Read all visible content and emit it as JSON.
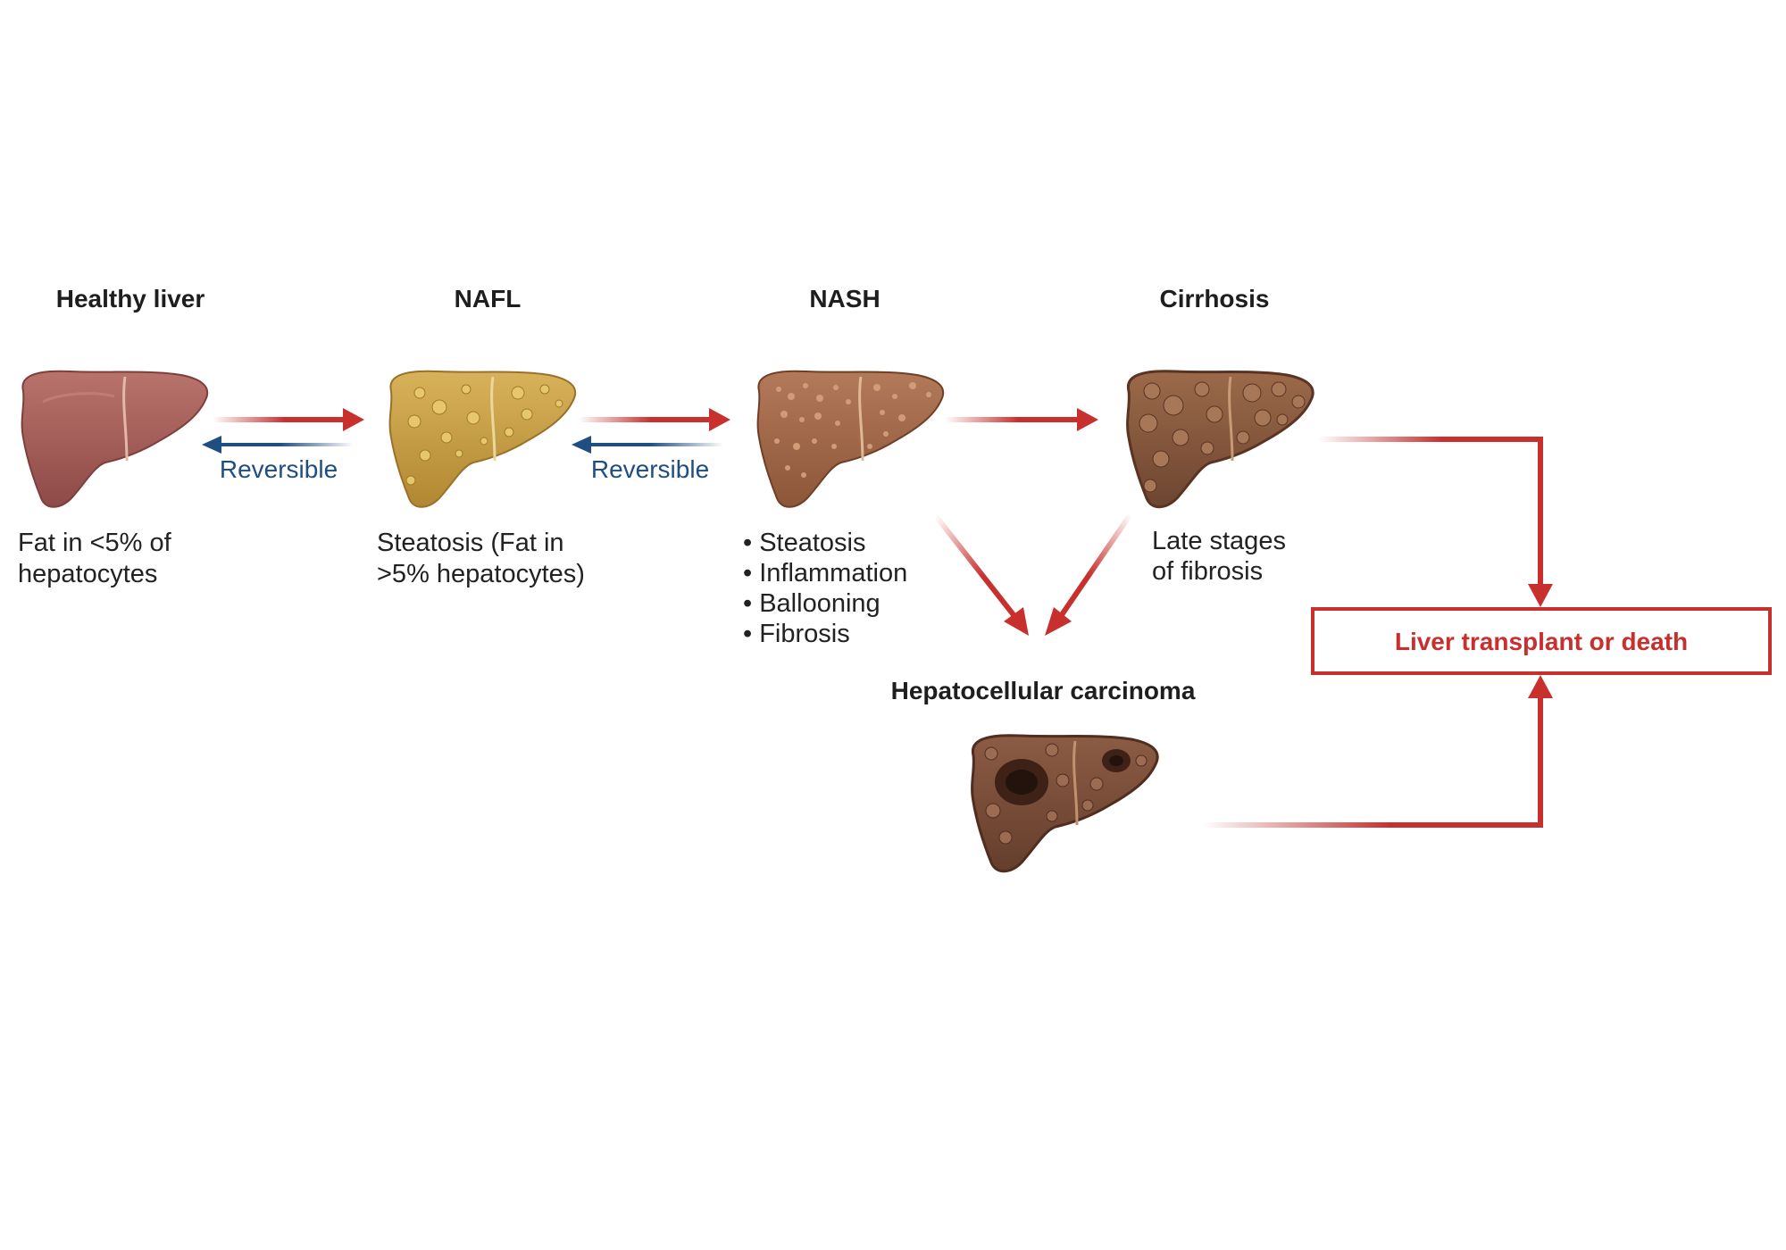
{
  "stages": {
    "healthy": {
      "title": "Healthy liver",
      "desc_line1": "Fat in <5% of",
      "desc_line2": "hepatocytes"
    },
    "nafl": {
      "title": "NAFL",
      "desc_line1": "Steatosis (Fat in",
      "desc_line2": ">5% hepatocytes)"
    },
    "nash": {
      "title": "NASH",
      "bullets": [
        "• Steatosis",
        "• Inflammation",
        "• Ballooning",
        "• Fibrosis"
      ]
    },
    "cirrhosis": {
      "title": "Cirrhosis",
      "desc_line1": "Late stages",
      "desc_line2": "of fibrosis"
    },
    "hcc": {
      "title": "Hepatocellular carcinoma"
    }
  },
  "reversible_labels": [
    "Reversible",
    "Reversible"
  ],
  "outcome": {
    "label": "Liver transplant or death"
  },
  "colors": {
    "progression_arrow": "#c8302e",
    "reversible_arrow": "#1f4e82",
    "healthy_liver": "#a85f5a",
    "nafl_liver": "#c9a045",
    "nash_liver": "#a46a4d",
    "cirrhosis_liver": "#8a5a3e",
    "hcc_liver": "#7a4e3a"
  }
}
